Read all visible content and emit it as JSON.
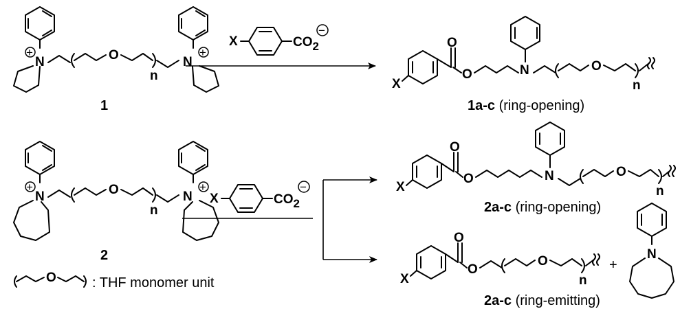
{
  "compounds": {
    "start1": {
      "label": "1"
    },
    "start2": {
      "label": "2"
    },
    "prod1": {
      "label": "1a-c",
      "note": " (ring-opening)"
    },
    "prod2": {
      "label": "2a-c",
      "note": " (ring-opening)"
    },
    "prod3": {
      "label": "2a-c",
      "note": " (ring-emitting)"
    }
  },
  "atoms": {
    "N": "N",
    "O": "O",
    "X": "X",
    "n": "n",
    "plus": "+",
    "minus": "−",
    "carboxylate": "CO",
    "sub2": "2"
  },
  "operators": {
    "plus": "+"
  },
  "legend": {
    "text": ": THF monomer unit"
  }
}
